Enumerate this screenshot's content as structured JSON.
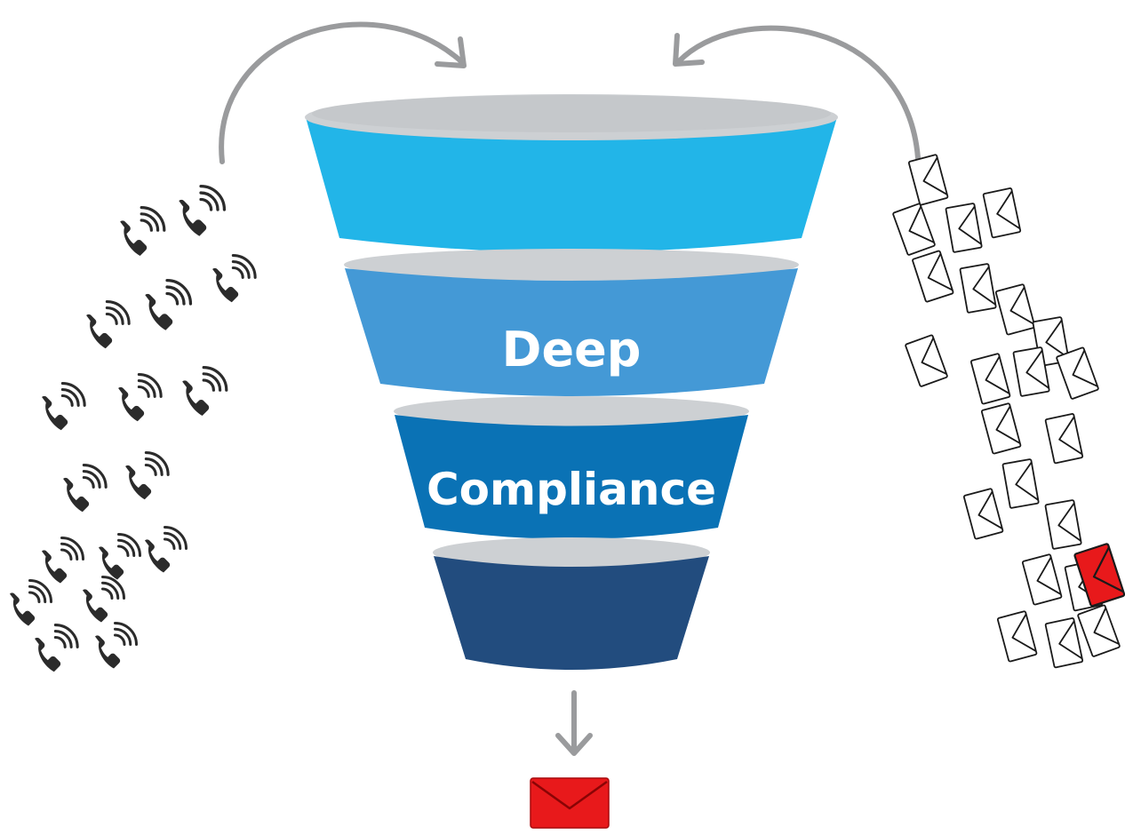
{
  "funnel": {
    "stages": [
      {
        "id": "stage-1",
        "label": "",
        "color": "#22b5e8"
      },
      {
        "id": "stage-2",
        "label": "Deep",
        "color": "#4499d6"
      },
      {
        "id": "stage-3",
        "label": "Compliance",
        "color": "#0a72b5"
      },
      {
        "id": "stage-4",
        "label": "",
        "color": "#224c7e"
      }
    ],
    "rim_color": "#cdd0d3",
    "shadow_color": "#b9bcbf"
  },
  "inputs": {
    "left_icon": "phone-ringing-icon",
    "left_icon_count": 20,
    "right_icon": "envelope-icon",
    "right_icon_count": 24,
    "right_highlight_count": 1
  },
  "output": {
    "icon": "red-envelope-icon",
    "color": "#e8191b"
  },
  "arrows": {
    "color": "#9a9b9d"
  }
}
